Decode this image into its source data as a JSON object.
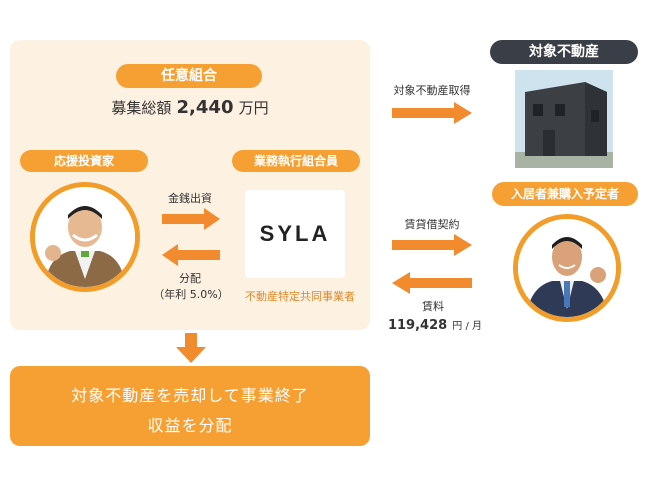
{
  "union": {
    "title": "任意組合",
    "total_label": "募集総額",
    "total_amount": "2,440",
    "total_unit": "万円"
  },
  "investor": {
    "label": "応援投資家"
  },
  "member": {
    "label": "業務執行組合員",
    "logo_text": "SYLA",
    "caption": "不動産特定共同事業者"
  },
  "flows": {
    "money_out": "金銭出資",
    "distribution": "分配",
    "yield": "（年利 5.0%）",
    "acquisition": "対象不動産取得",
    "lease": "賃貸借契約",
    "rent_label": "賃料",
    "rent_amount": "119,428",
    "rent_unit": "円 / 月"
  },
  "property": {
    "label": "対象不動産"
  },
  "tenant": {
    "label": "入居者兼購入予定者"
  },
  "result": {
    "line1": "対象不動産を売却して事業終了",
    "line2": "収益を分配"
  },
  "colors": {
    "orange": "#f6a033",
    "dark": "#3a3f47",
    "panel": "#fdf1e2"
  }
}
